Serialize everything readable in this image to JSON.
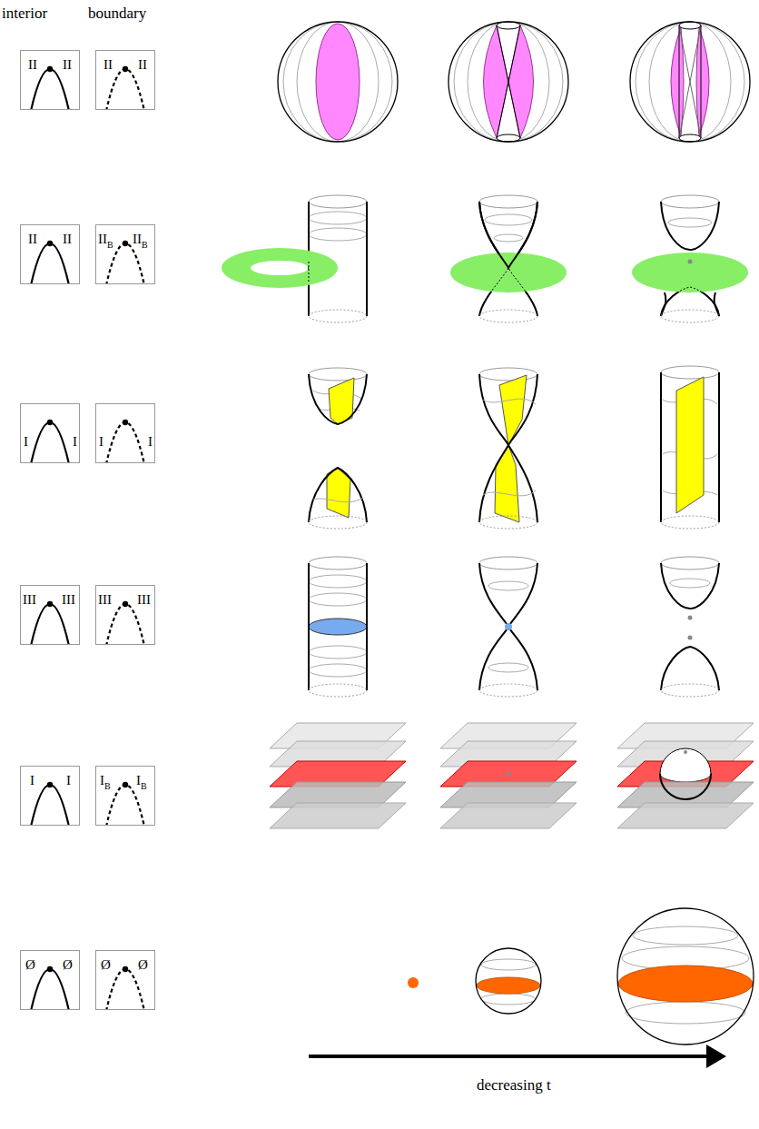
{
  "diagram": {
    "nodes": [
      {
        "text": [
          "II",
          "II"
        ]
      },
      {
        "text": [
          "II",
          "II"
        ]
      },
      {
        "text": [
          "II",
          "II"
        ]
      },
      {
        "text": [
          "II",
          "B",
          "II",
          "B"
        ]
      },
      {
        "text": [
          "I",
          "I"
        ]
      },
      {
        "text": [
          "I",
          "I"
        ]
      },
      {
        "text": [
          "III",
          "III"
        ]
      },
      {
        "text": [
          "III",
          "III"
        ]
      },
      {
        "text": [
          "I",
          "I"
        ]
      },
      {
        "text": [
          "I",
          "B",
          "I",
          "B"
        ]
      },
      {
        "text": [
          "Ø",
          "Ø"
        ]
      },
      {
        "text": [
          "Ø",
          "Ø"
        ]
      }
    ],
    "labels": [
      "interior",
      "boundary",
      "decreasing t"
    ]
  }
}
